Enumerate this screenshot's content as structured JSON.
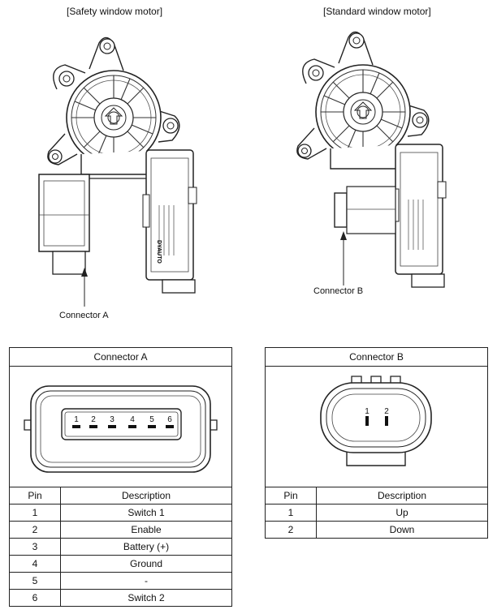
{
  "motors": {
    "safety": {
      "caption": "[Safety window motor]",
      "connector_label": "Connector A"
    },
    "standard": {
      "caption": "[Standard window motor]",
      "connector_label": "Connector B"
    },
    "brand_label": "DYAUTO"
  },
  "connector_a": {
    "title": "Connector A",
    "pin_numbers": [
      "1",
      "2",
      "3",
      "4",
      "5",
      "6"
    ],
    "col_pin": "Pin",
    "col_desc": "Description",
    "rows": [
      {
        "pin": "1",
        "desc": "Switch 1"
      },
      {
        "pin": "2",
        "desc": "Enable"
      },
      {
        "pin": "3",
        "desc": "Battery (+)"
      },
      {
        "pin": "4",
        "desc": "Ground"
      },
      {
        "pin": "5",
        "desc": "-"
      },
      {
        "pin": "6",
        "desc": "Switch 2"
      }
    ]
  },
  "connector_b": {
    "title": "Connector B",
    "pin_numbers": [
      "1",
      "2"
    ],
    "col_pin": "Pin",
    "col_desc": "Description",
    "rows": [
      {
        "pin": "1",
        "desc": "Up"
      },
      {
        "pin": "2",
        "desc": "Down"
      }
    ]
  }
}
